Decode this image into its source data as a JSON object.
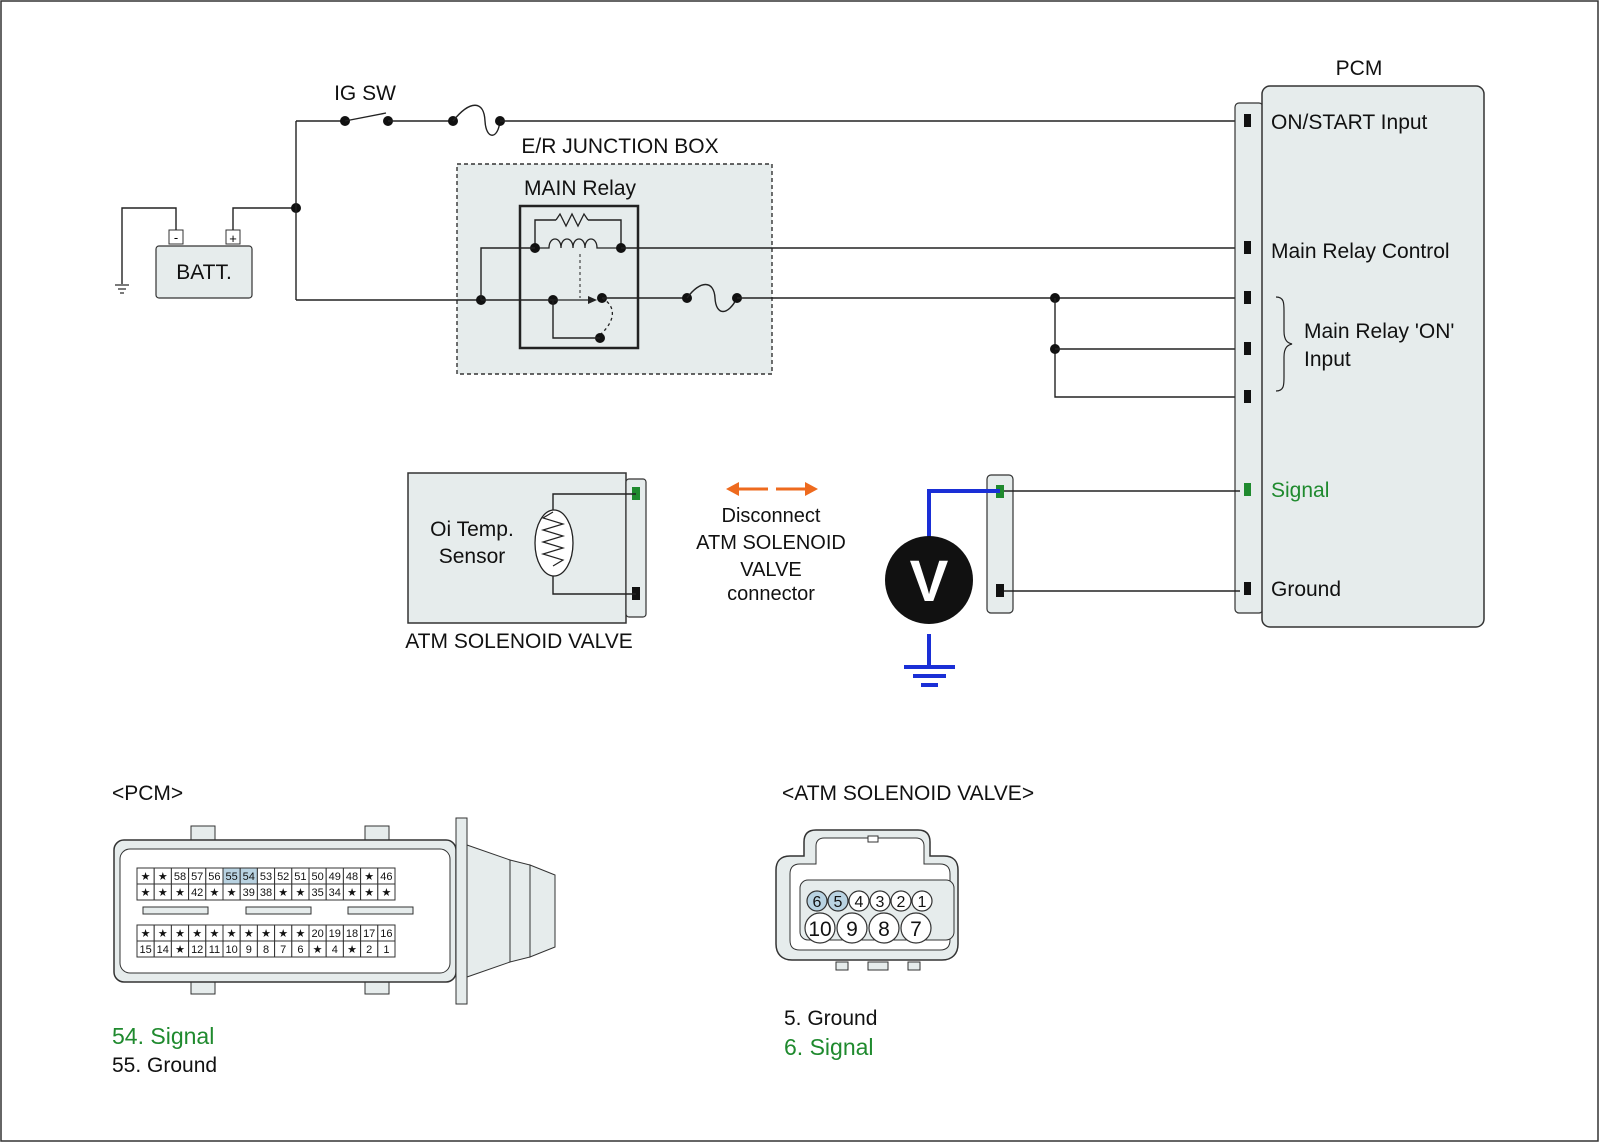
{
  "labels": {
    "ig_sw": "IG SW",
    "batt": "BATT.",
    "batt_minus": "-",
    "batt_plus": "+",
    "junction_box": "E/R JUNCTION BOX",
    "main_relay": "MAIN Relay",
    "pcm": "PCM",
    "pcm_on_start": "ON/START Input",
    "pcm_main_relay_control": "Main Relay Control",
    "pcm_main_relay_on_1": "Main Relay 'ON'",
    "pcm_main_relay_on_2": "Input",
    "pcm_signal": "Signal",
    "pcm_ground": "Ground",
    "sensor_1": "Oi Temp.",
    "sensor_2": "Sensor",
    "atm_valve": "ATM SOLENOID VALVE",
    "disconnect_1": "Disconnect",
    "disconnect_2": "ATM SOLENOID",
    "disconnect_3": "VALVE",
    "disconnect_4": "connector",
    "voltmeter": "V",
    "pcm_connector_title": "<PCM>",
    "atm_connector_title": "<ATM SOLENOID VALVE>"
  },
  "pcm_connector": {
    "row1": [
      "★",
      "★",
      "58",
      "57",
      "56",
      "55",
      "54",
      "53",
      "52",
      "51",
      "50",
      "49",
      "48",
      "★",
      "46"
    ],
    "row2": [
      "★",
      "★",
      "★",
      "42",
      "★",
      "★",
      "39",
      "38",
      "★",
      "★",
      "35",
      "34",
      "★",
      "★",
      "★"
    ],
    "row3": [
      "★",
      "★",
      "★",
      "★",
      "★",
      "★",
      "★",
      "★",
      "★",
      "★",
      "20",
      "19",
      "18",
      "17",
      "16"
    ],
    "row4": [
      "15",
      "14",
      "★",
      "12",
      "11",
      "10",
      "9",
      "8",
      "7",
      "6",
      "★",
      "4",
      "★",
      "2",
      "1"
    ],
    "highlight": [
      "55",
      "54"
    ]
  },
  "atm_connector": {
    "top": [
      "6",
      "5",
      "4",
      "3",
      "2",
      "1"
    ],
    "bottom": [
      "10",
      "9",
      "8",
      "7"
    ],
    "highlight": [
      "6",
      "5"
    ]
  },
  "legend_pcm": {
    "signal": "54. Signal",
    "ground": "55. Ground"
  },
  "legend_atm": {
    "ground": "5. Ground",
    "signal": "6. Signal"
  },
  "colors": {
    "signal": "#1f8a2e",
    "voltmeter_lead": "#1a2fd6",
    "arrow": "#ee6a1e",
    "box_fill": "#e6ecec",
    "highlight": "#b9d3e2"
  }
}
